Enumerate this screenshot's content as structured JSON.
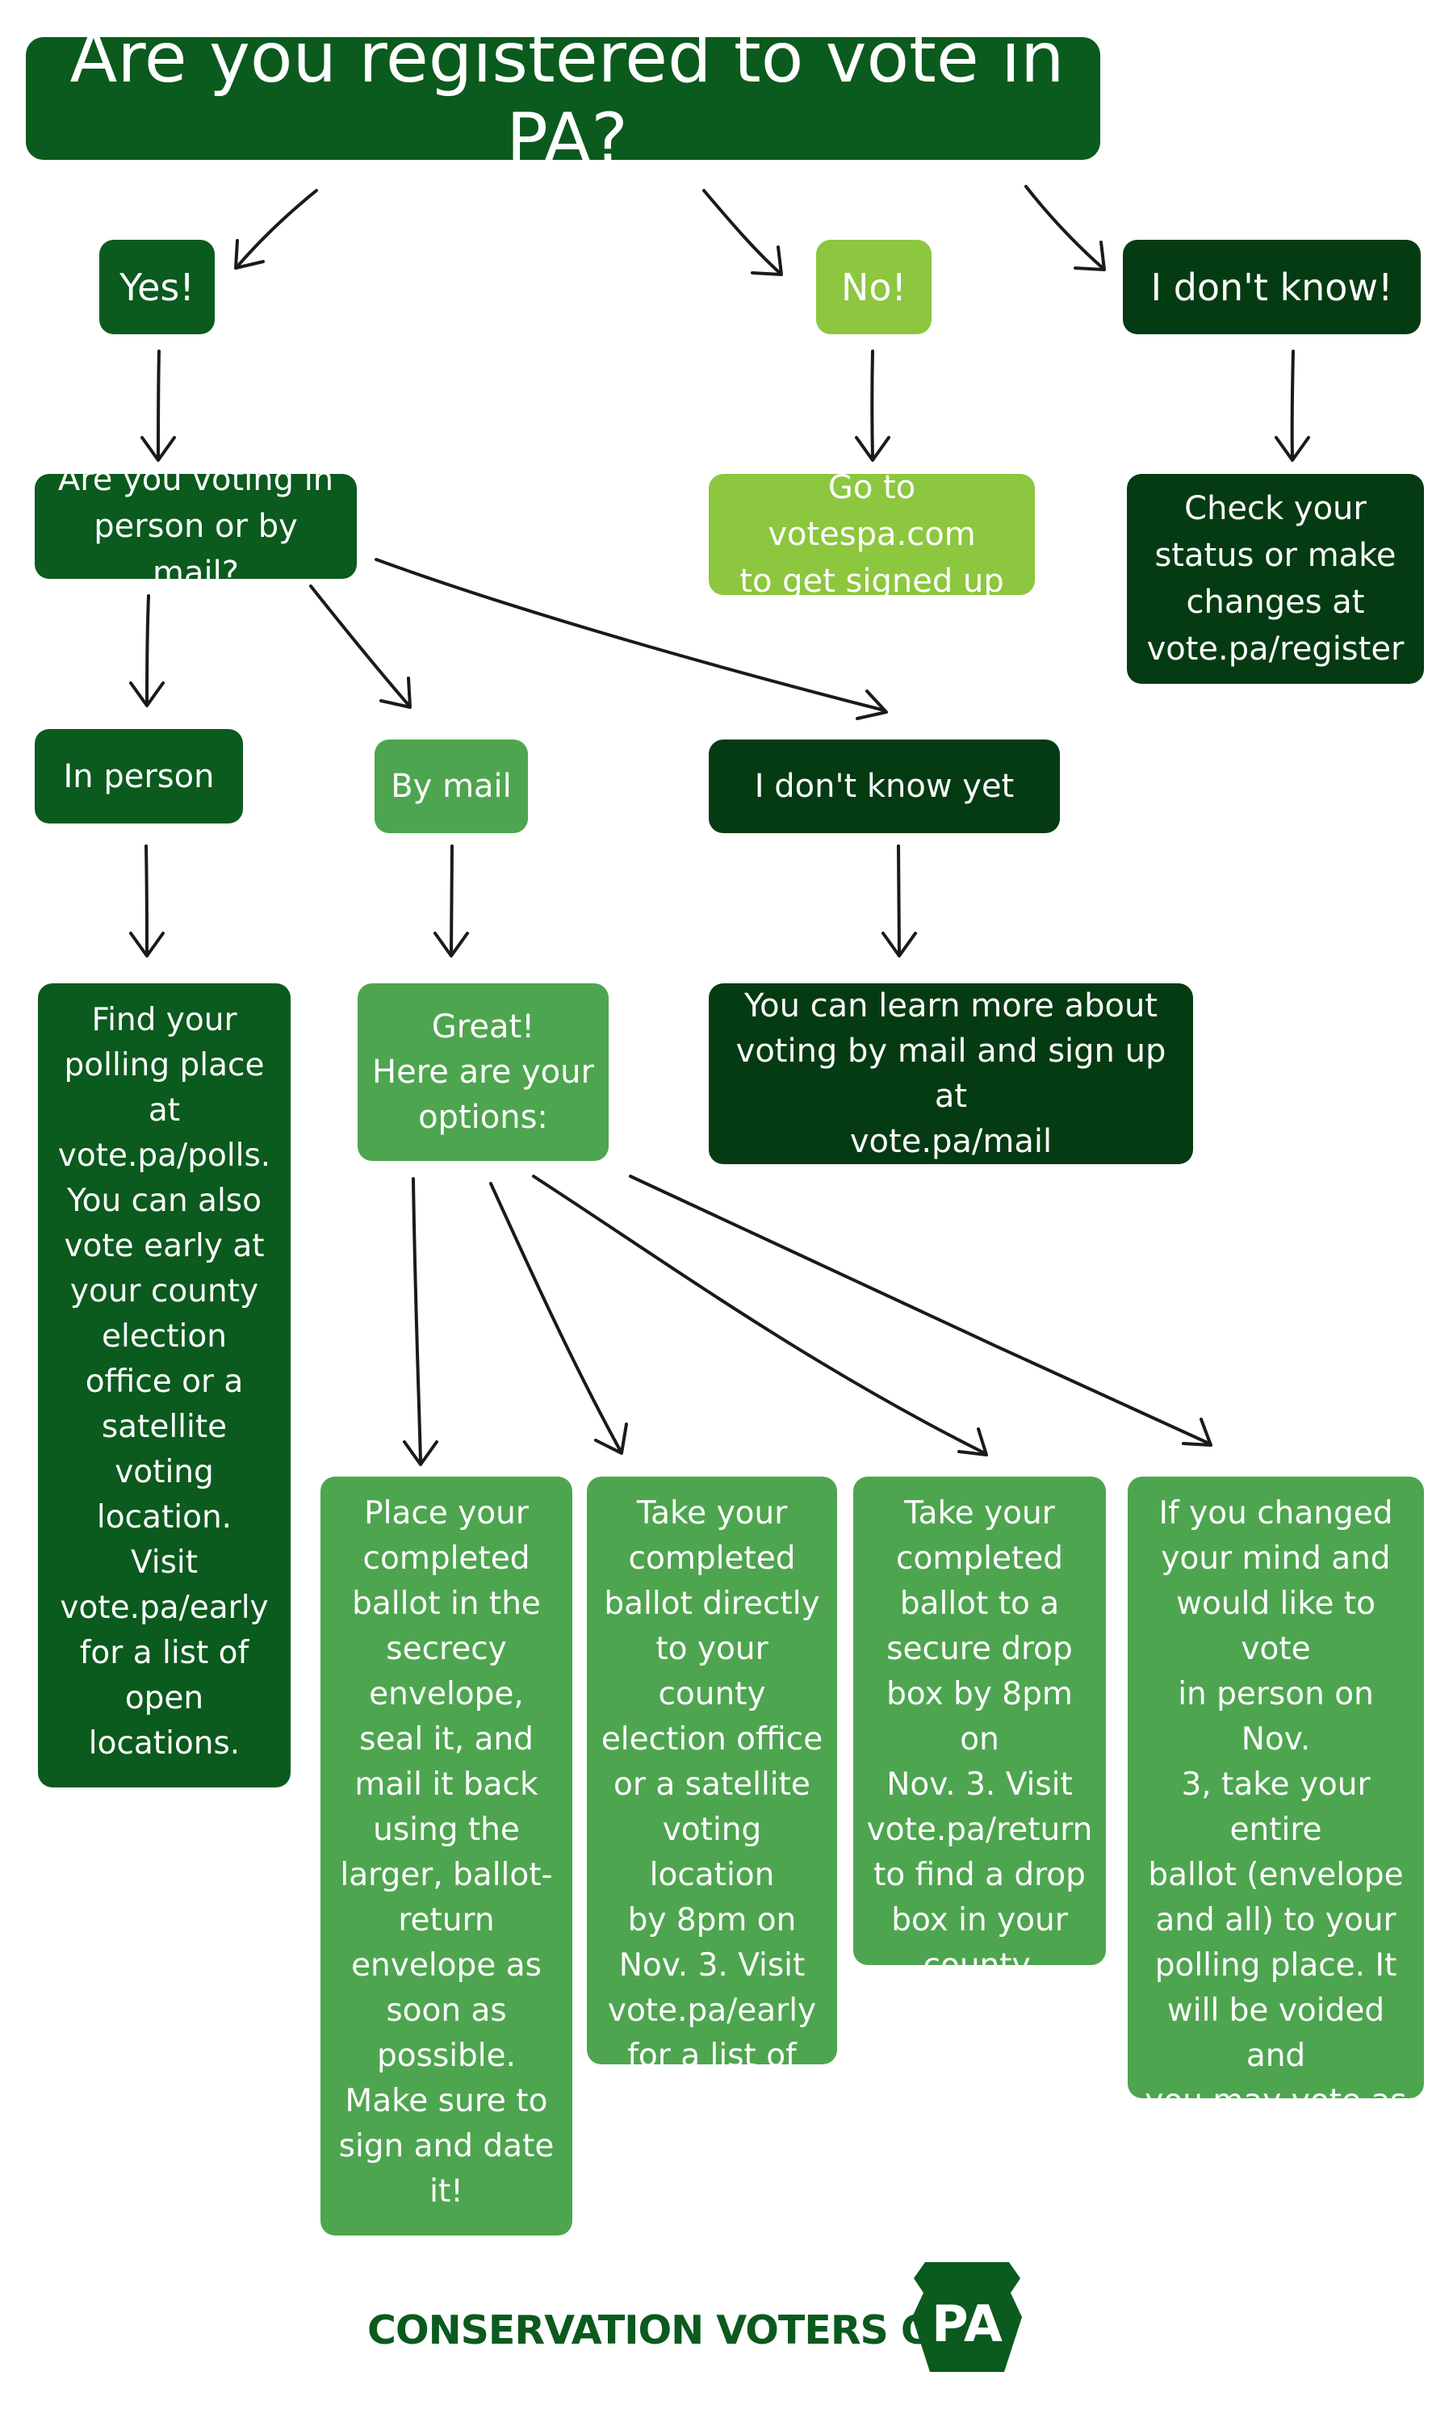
{
  "title": "Are you registered to vote in PA?",
  "answers": {
    "yes": "Yes!",
    "no": "No!",
    "dont_know": "I don't know!"
  },
  "yes_question": "Are you voting in\nperson or by mail?",
  "no_result": "Go to votespa.com\nto get signed up",
  "dont_know_result": "Check your\nstatus or make\nchanges at\nvote.pa/register",
  "modes": {
    "in_person": "In person",
    "by_mail": "By mail",
    "dont_know_yet": "I don't know yet"
  },
  "in_person_result": "Find your\npolling place\nat\nvote.pa/polls.\nYou can also\nvote early at\nyour county\nelection\noffice or a\nsatellite\nvoting\nlocation.\nVisit\nvote.pa/early\nfor a list of\nopen\nlocations.",
  "by_mail_result": "Great!\nHere are your\noptions:",
  "dont_know_yet_result": "You can learn more about\nvoting by mail and sign up at\nvote.pa/mail",
  "options": [
    "Place your\ncompleted\nballot in the\nsecrecy\nenvelope,\nseal it, and\nmail it back\nusing the\nlarger, ballot-\nreturn\nenvelope as\nsoon as\npossible.\nMake sure to\nsign and date\nit!",
    "Take your\ncompleted\nballot directly\nto your county\nelection office\nor a satellite\nvoting location\nby 8pm on\nNov. 3. Visit\nvote.pa/early\nfor a list of\nlocations.",
    "Take your\ncompleted\nballot to a\nsecure drop\nbox by 8pm on\nNov. 3. Visit\nvote.pa/return\nto find a drop\nbox in your\ncounty.",
    "If you changed\nyour mind and\nwould like to vote\nin person on Nov.\n3, take your entire\nballot (envelope\nand all) to your\npolling place. It\nwill be voided and\nyou may vote as\nusual. Find your\npolling place at\nvote.pa/polls."
  ],
  "footer": {
    "text": "CONSERVATION VOTERS OF",
    "logo_text": "PA"
  },
  "colors": {
    "dark_green": "#0b5a1e",
    "darkest_green": "#053b12",
    "mid_green": "#4ea54f",
    "light_green": "#8dc63f"
  }
}
